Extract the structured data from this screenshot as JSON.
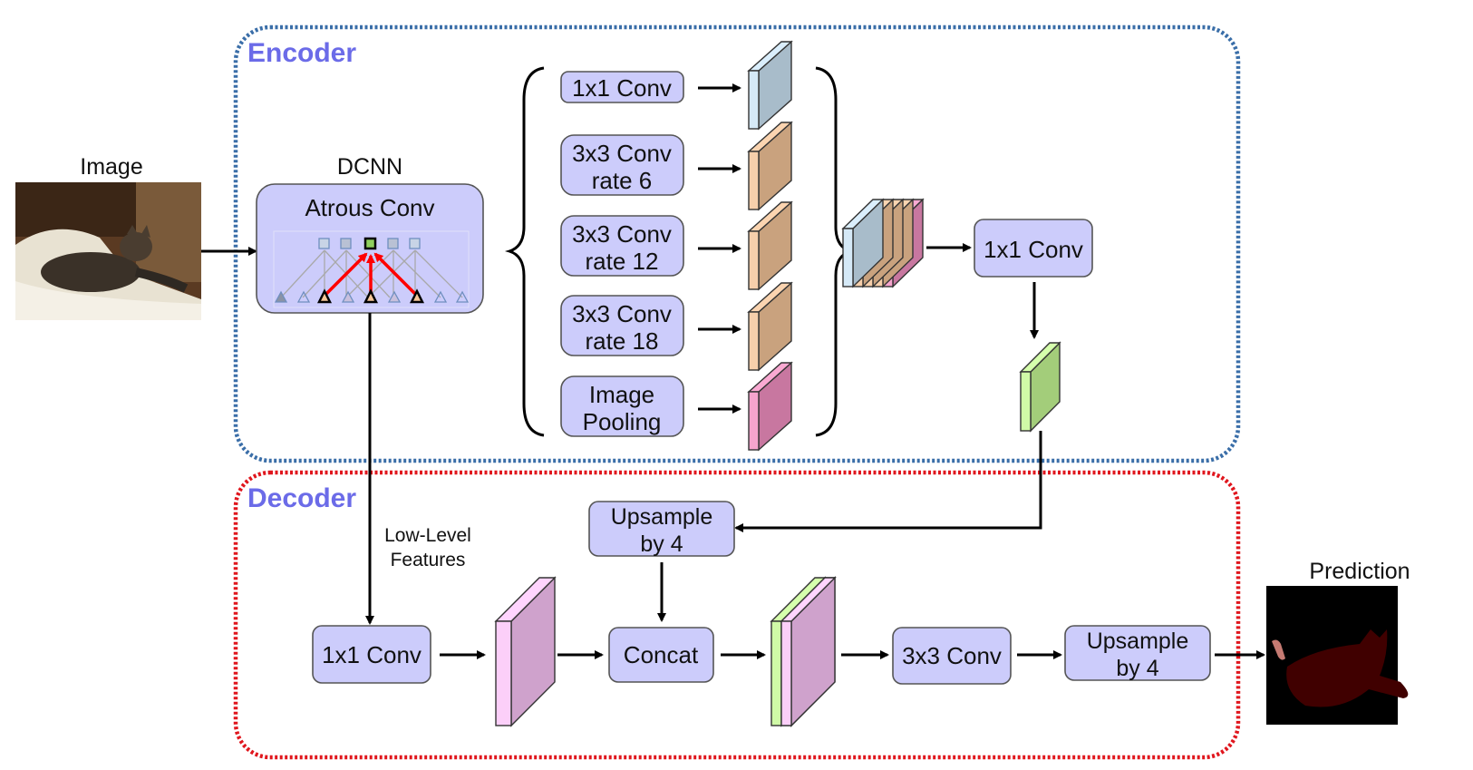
{
  "title": "DeepLabv3+ Encoder-Decoder Architecture",
  "colors": {
    "encoder_border": "#3a6ea8",
    "decoder_border": "#e0161d",
    "section_label": "#6b6be8",
    "box_fill": "#ccccfb",
    "blue_block": "#a8bcca",
    "orange_block": "#c9a27e",
    "pink_block": "#c877a0",
    "green_block": "#a3cd7a",
    "mauve_block": "#cfa2cc",
    "arrow_red": "#ff0000"
  },
  "input": {
    "label": "Image",
    "image": "cat photo"
  },
  "output": {
    "label": "Prediction",
    "image": "segmentation mask"
  },
  "encoder": {
    "label": "Encoder",
    "dcnn_label": "DCNN",
    "dcnn_box": "Atrous Conv",
    "aspp": [
      {
        "line1": "1x1 Conv",
        "line2": ""
      },
      {
        "line1": "3x3 Conv",
        "line2": "rate 6"
      },
      {
        "line1": "3x3 Conv",
        "line2": "rate 12"
      },
      {
        "line1": "3x3 Conv",
        "line2": "rate 18"
      },
      {
        "line1": "Image",
        "line2": "Pooling"
      }
    ],
    "fuse_conv": "1x1 Conv"
  },
  "decoder": {
    "label": "Decoder",
    "low_level_line1": "Low-Level",
    "low_level_line2": "Features",
    "conv1x1": "1x1 Conv",
    "upsample_a_line1": "Upsample",
    "upsample_a_line2": "by 4",
    "concat": "Concat",
    "conv3x3": "3x3 Conv",
    "upsample_b_line1": "Upsample",
    "upsample_b_line2": "by 4"
  }
}
